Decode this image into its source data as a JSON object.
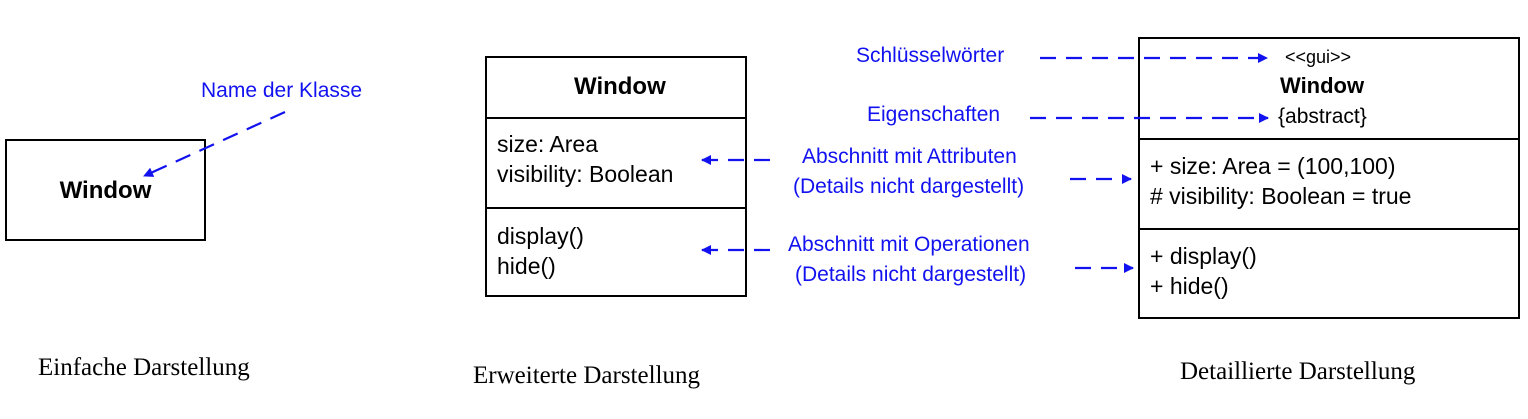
{
  "simple": {
    "class_name": "Window",
    "annotation": "Name der Klasse",
    "caption": "Einfache Darstellung"
  },
  "extended": {
    "class_name": "Window",
    "attributes": [
      "size: Area",
      "visibility: Boolean"
    ],
    "operations": [
      "display()",
      "hide()"
    ],
    "caption": "Erweiterte Darstellung"
  },
  "detailed": {
    "stereotype": "<<gui>>",
    "class_name": "Window",
    "property": "{abstract}",
    "attributes": [
      "+ size: Area = (100,100)",
      "# visibility: Boolean = true"
    ],
    "operations": [
      "+ display()",
      "+ hide()"
    ],
    "caption": "Detaillierte Darstellung"
  },
  "annotations": {
    "keywords": "Schlüsselwörter",
    "properties": "Eigenschaften",
    "attributes_section": [
      "Abschnitt mit Attributen",
      "(Details nicht dargestellt)"
    ],
    "operations_section": [
      "Abschnitt mit Operationen",
      "(Details nicht dargestellt)"
    ]
  },
  "colors": {
    "annotation": "#1212f0",
    "border": "#000000"
  }
}
